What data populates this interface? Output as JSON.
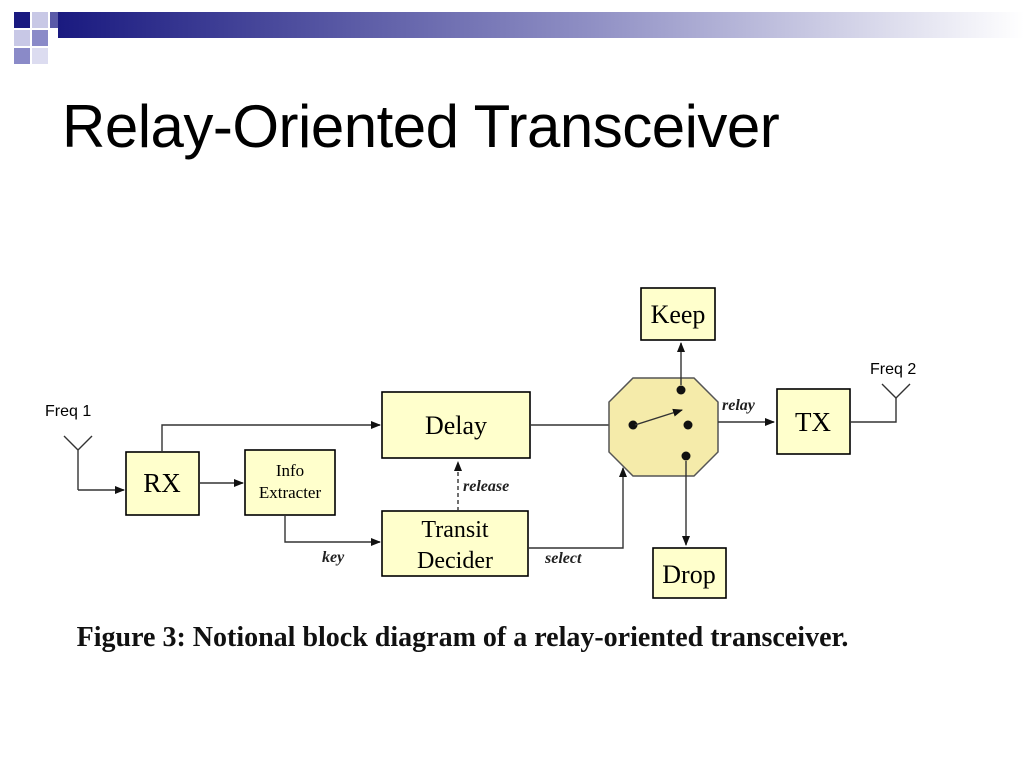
{
  "slide": {
    "title": "Relay-Oriented Transceiver",
    "caption": "Figure 3: Notional block diagram of a relay-oriented transceiver."
  },
  "diagram": {
    "antennas": {
      "freq1": "Freq 1",
      "freq2": "Freq 2"
    },
    "blocks": {
      "rx": "RX",
      "info_line1": "Info",
      "info_line2": "Extracter",
      "delay": "Delay",
      "transit_line1": "Transit",
      "transit_line2": "Decider",
      "keep": "Keep",
      "drop": "Drop",
      "tx": "TX"
    },
    "signals": {
      "release": "release",
      "key": "key",
      "select": "select",
      "relay": "relay"
    }
  },
  "colors": {
    "block_fill": "#ffffcc",
    "switch_fill": "#f5ebaa",
    "decor_navy": "#1a1a80"
  }
}
